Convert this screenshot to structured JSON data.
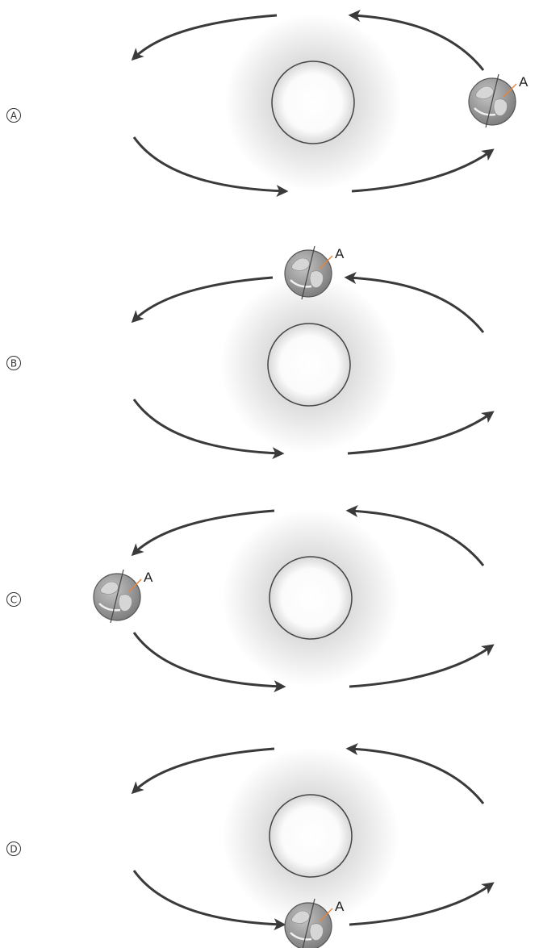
{
  "options": [
    {
      "letter": "A",
      "earth_position": "right",
      "earth_label": "A"
    },
    {
      "letter": "B",
      "earth_position": "top",
      "earth_label": "A"
    },
    {
      "letter": "C",
      "earth_position": "left",
      "earth_label": "A"
    },
    {
      "letter": "D",
      "earth_position": "bottom",
      "earth_label": "A"
    }
  ],
  "colors": {
    "arrow": "#3a3a3a",
    "sun_outline": "#444444",
    "earth_ocean": "#a9a9a9",
    "earth_land": "#d6d6d6",
    "label_pointer": "#e8843a"
  },
  "icons": {
    "sun": "sun-icon",
    "earth": "earth-icon",
    "orbit_arrow": "orbit-arrow-icon"
  }
}
